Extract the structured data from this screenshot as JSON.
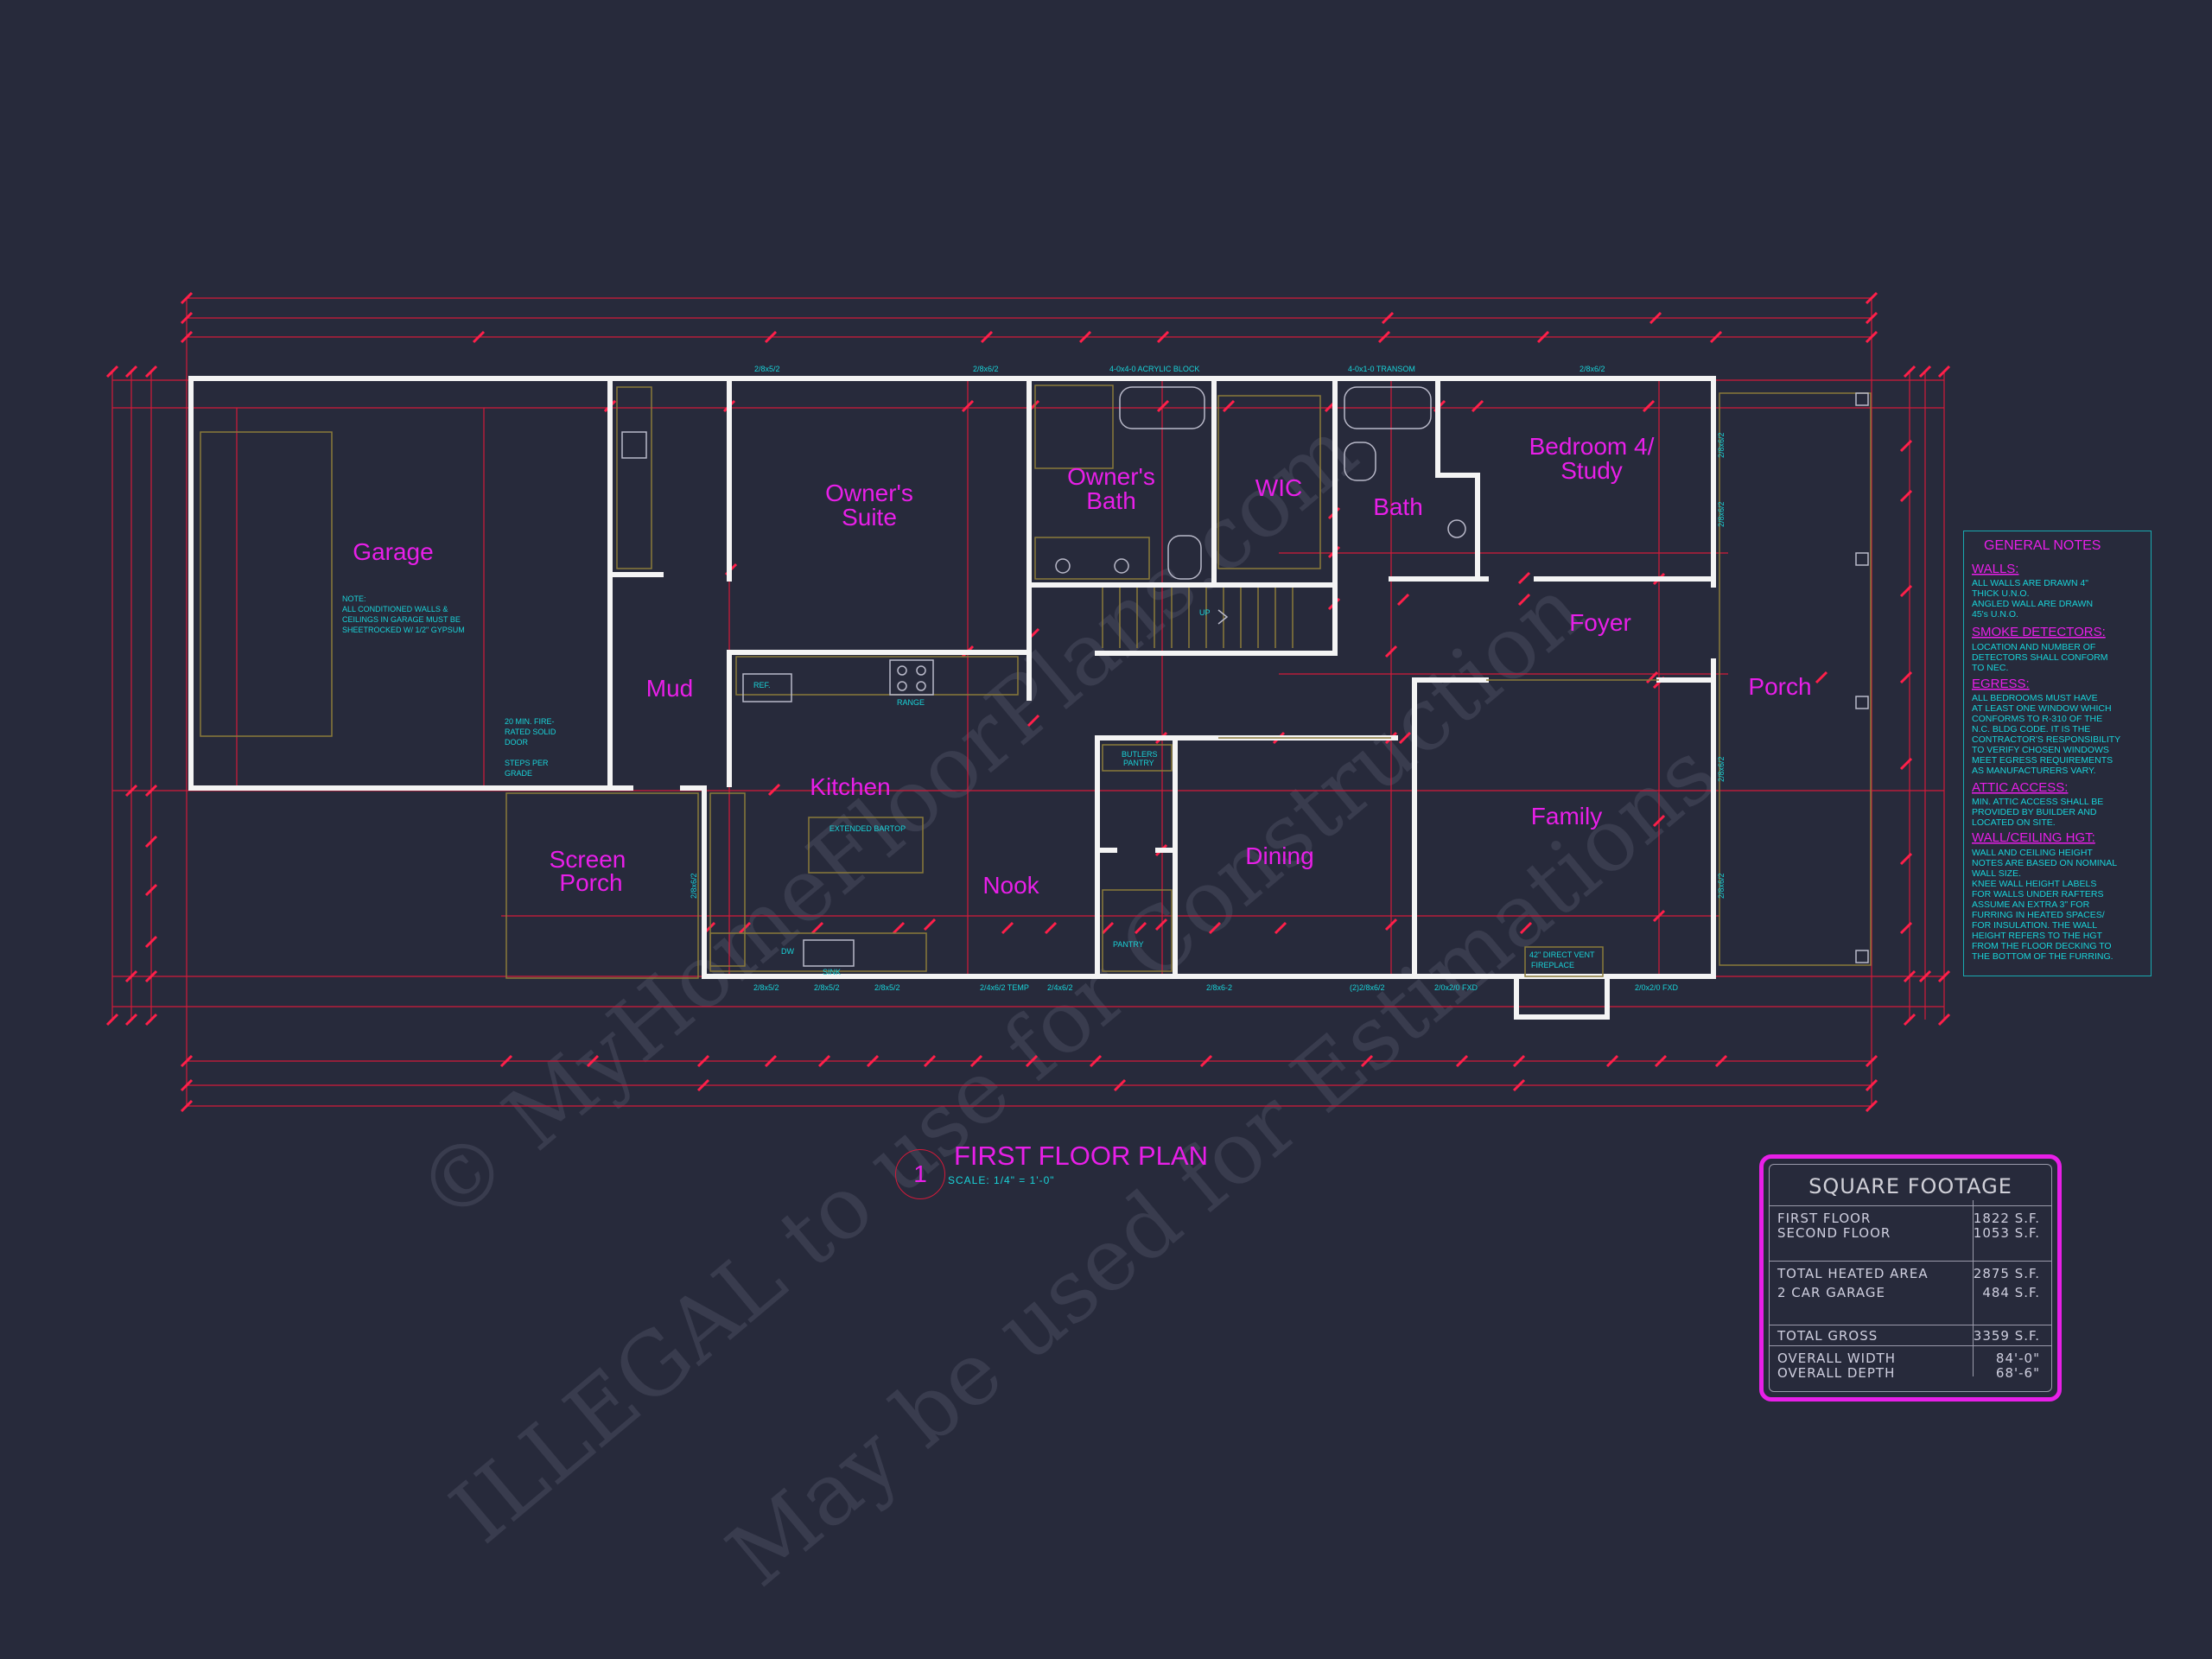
{
  "rooms": {
    "garage": "Garage",
    "mud": "Mud",
    "owners_suite_1": "Owner's",
    "owners_suite_2": "Suite",
    "owners_bath_1": "Owner's",
    "owners_bath_2": "Bath",
    "wic": "WIC",
    "bath": "Bath",
    "bedroom_1": "Bedroom 4/",
    "bedroom_2": "Study",
    "foyer": "Foyer",
    "porch": "Porch",
    "kitchen": "Kitchen",
    "screen_porch_1": "Screen",
    "screen_porch_2": "Porch",
    "nook": "Nook",
    "dining": "Dining",
    "family": "Family"
  },
  "labels": {
    "garage_note": [
      "NOTE:",
      "ALL CONDITIONED WALLS &",
      "CEILINGS IN GARAGE MUST BE",
      "SHEETROCKED W/ 1/2\" GYPSUM"
    ],
    "fire_door": [
      "20 MIN. FIRE-",
      "RATED SOLID",
      "DOOR"
    ],
    "steps": [
      "STEPS PER",
      "GRADE"
    ],
    "acrylic": "4-0x4-0 ACRYLIC BLOCK",
    "transom": "4-0x1-0 TRANSOM",
    "ref": "REF.",
    "range": "RANGE",
    "bartop": "EXTENDED BARTOP",
    "butlers_1": "BUTLERS",
    "butlers_2": "PANTRY",
    "pantry": "PANTRY",
    "dw": "DW",
    "sink": "SINK",
    "fireplace_1": "42\" DIRECT VENT",
    "fireplace_2": "FIREPLACE",
    "up": "UP",
    "win_top_1": "2/8x5/2",
    "win_top_2": "2/8x6/2",
    "win_top_3": "2/8x6/2",
    "win_bot_1": "2/8x5/2",
    "win_bot_2": "2/8x5/2",
    "win_bot_3": "2/8x5/2",
    "win_bot_4": "2/4x6/2 TEMP",
    "win_bot_5": "2/4x6/2",
    "win_bot_6": "2/8x6-2",
    "win_bot_7": "(2)2/8x6/2",
    "win_bot_8": "2/0x2/0 FXD",
    "win_bot_9": "2/0x2/0 FXD",
    "win_right_1": "2/8x6/2",
    "win_right_2": "2/8x6/2",
    "win_right_3": "2/8x6/2",
    "win_right_4": "2/8x6/2",
    "win_left": "2/8x6/2"
  },
  "caption": {
    "number": "1",
    "title": "FIRST FLOOR PLAN",
    "scale": "SCALE: 1/4\" = 1'-0\""
  },
  "notes": {
    "title": "GENERAL NOTES",
    "walls_head": "WALLS:",
    "walls": [
      "ALL WALLS ARE DRAWN 4\"",
      "THICK U.N.O.",
      "ANGLED WALL ARE DRAWN",
      "45's U.N.O."
    ],
    "smoke_head": "SMOKE DETECTORS:",
    "smoke": [
      "LOCATION AND NUMBER OF",
      "DETECTORS SHALL CONFORM",
      "TO NEC."
    ],
    "egress_head": "EGRESS:",
    "egress": [
      "ALL BEDROOMS MUST HAVE",
      "AT LEAST ONE WINDOW WHICH",
      "CONFORMS TO R-310 OF THE",
      "N.C. BLDG CODE. IT IS THE",
      "CONTRACTOR'S RESPONSIBILITY",
      "TO VERIFY CHOSEN WINDOWS",
      "MEET EGRESS REQUIREMENTS",
      "AS MANUFACTURERS VARY."
    ],
    "attic_head": "ATTIC ACCESS:",
    "attic": [
      "MIN. ATTIC ACCESS SHALL BE",
      "PROVIDED BY BUILDER AND",
      "LOCATED ON SITE."
    ],
    "wall_head": "WALL/CEILING HGT:",
    "wall": [
      "WALL AND CEILING HEIGHT",
      "NOTES ARE BASED ON NOMINAL",
      "WALL SIZE.",
      "KNEE WALL HEIGHT LABELS",
      "FOR WALLS UNDER RAFTERS",
      "ASSUME AN EXTRA 3\" FOR",
      "FURRING IN HEATED SPACES/",
      "FOR INSULATION. THE WALL",
      "HEIGHT REFERS TO THE HGT",
      "FROM THE FLOOR DECKING TO",
      "THE BOTTOM OF THE FURRING."
    ]
  },
  "square_footage": {
    "title": "SQUARE FOOTAGE",
    "rows": [
      {
        "label": "FIRST FLOOR",
        "value": "1822 S.F."
      },
      {
        "label": "SECOND FLOOR",
        "value": "1053 S.F."
      },
      {
        "label": "TOTAL HEATED AREA",
        "value": "2875 S.F."
      },
      {
        "label": "2 CAR GARAGE",
        "value": "484 S.F."
      },
      {
        "label": "TOTAL GROSS",
        "value": "3359 S.F."
      },
      {
        "label": "OVERALL WIDTH",
        "value": "84'-0\""
      },
      {
        "label": "OVERALL DEPTH",
        "value": "68'-6\""
      }
    ]
  },
  "watermark": {
    "line1": "© MyHomeFloorPlans.com",
    "line2": "ILLEGAL to use for Construction",
    "line3": "May be used for Estimations"
  },
  "colors": {
    "background": "#272a3b",
    "room_label": "#e81fe8",
    "annotation": "#19d3d8",
    "wall": "#f4f4f4",
    "dimension": "#d21a3a"
  }
}
